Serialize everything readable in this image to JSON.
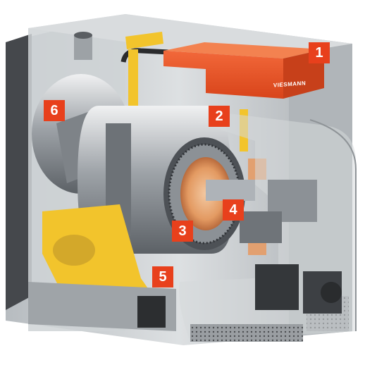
{
  "figure": {
    "subject": "Boiler cutaway illustration",
    "brand_label": "VIESMANN",
    "callouts": [
      "1",
      "2",
      "3",
      "4",
      "5",
      "6"
    ],
    "colors": {
      "callout": "#e8401c",
      "burner_cover": "#e8501f",
      "insulation": "#f2c42c",
      "casing": "#c8cccf",
      "flame": "#e8a06a",
      "dark_housing": "#3a3c40"
    }
  }
}
